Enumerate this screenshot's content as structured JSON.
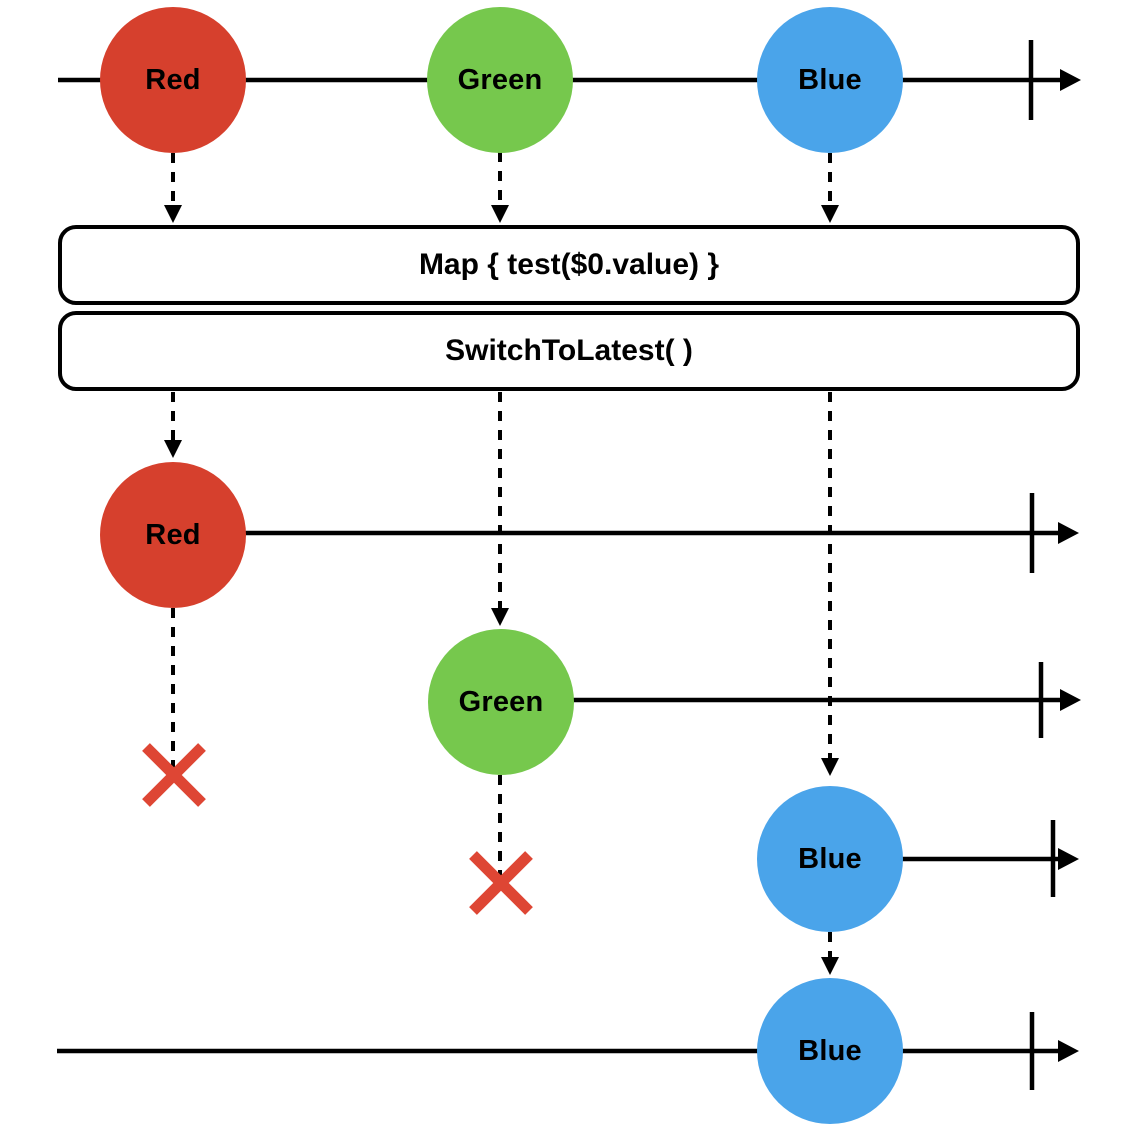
{
  "colors": {
    "red": "#D6402D",
    "green": "#76C84D",
    "blue": "#4AA4EA",
    "cancel": "#DE4634",
    "line": "#000000"
  },
  "operators": [
    {
      "label": "Map { test($0.value) }"
    },
    {
      "label": "SwitchToLatest( )"
    }
  ],
  "streams": {
    "source": [
      "Red",
      "Green",
      "Blue"
    ],
    "inner": [
      {
        "value": "Red",
        "cancelled": true
      },
      {
        "value": "Green",
        "cancelled": true
      },
      {
        "value": "Blue",
        "cancelled": false
      }
    ],
    "output": [
      "Blue"
    ]
  }
}
